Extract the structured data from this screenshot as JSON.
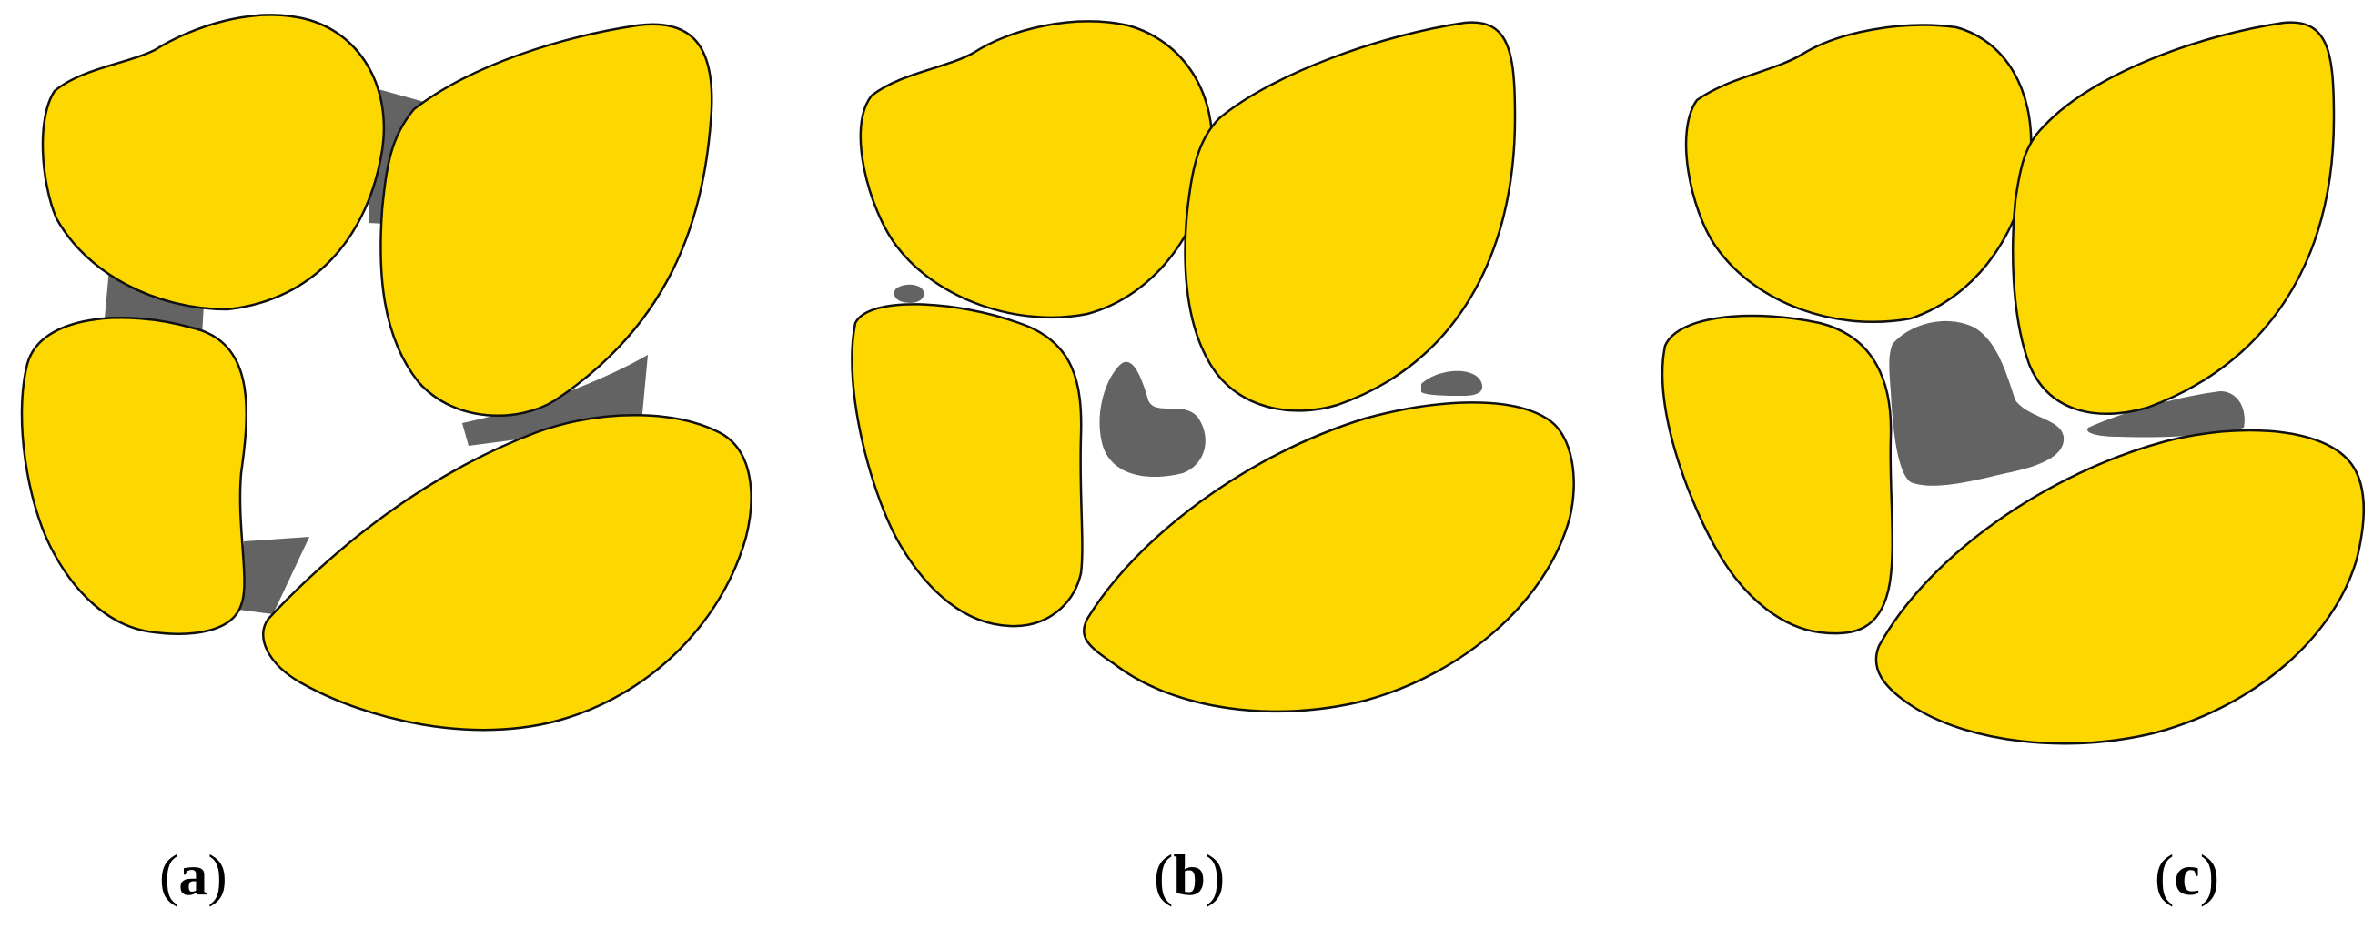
{
  "colors": {
    "grain": "#FDD700",
    "binder": "#636363",
    "outline": "#111111",
    "background": "#FFFFFF"
  },
  "panels": [
    {
      "letter": "a"
    },
    {
      "letter": "b"
    },
    {
      "letter": "c"
    }
  ]
}
